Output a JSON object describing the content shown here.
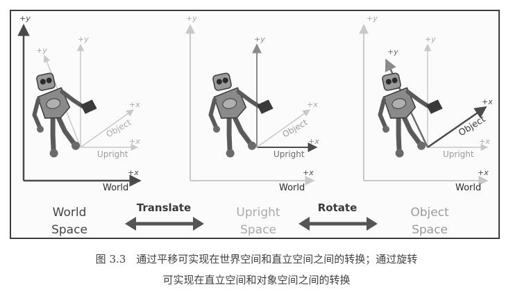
{
  "figure": {
    "panels": [
      {
        "world": {
          "x_label": "+x",
          "y_label": "+y",
          "axis_label": "World"
        },
        "upright": {
          "x_label": "+x",
          "y_label": "+y",
          "axis_label": "Upright"
        },
        "object": {
          "x_label": "+x",
          "y_label": "+y",
          "axis_label": "Object"
        }
      },
      {
        "world": {
          "x_label": "+x",
          "y_label": "+y",
          "axis_label": "World"
        },
        "upright": {
          "x_label": "+x",
          "y_label": "+y",
          "axis_label": "Upright"
        },
        "object": {
          "x_label": "+x",
          "y_label": "",
          "axis_label": "Object"
        }
      },
      {
        "world": {
          "x_label": "+x",
          "y_label": "+y",
          "axis_label": "World"
        },
        "upright": {
          "x_label": "+x",
          "y_label": "+y",
          "axis_label": "Upright"
        },
        "object": {
          "x_label": "+x",
          "y_label": "+y",
          "axis_label": "Object"
        }
      }
    ],
    "space_names": [
      {
        "line1": "World",
        "line2": "Space"
      },
      {
        "line1": "Upright",
        "line2": "Space"
      },
      {
        "line1": "Object",
        "line2": "Space"
      }
    ],
    "transitions": [
      "Translate",
      "Rotate"
    ],
    "colors": {
      "world_axis": "#4a4a4a",
      "faint_axis": "#c8c8c8",
      "object_axis": "#7a7a7a",
      "robot_fill": "#8a8a8a",
      "robot_dark": "#3a3a3a",
      "arrow": "#555555"
    }
  },
  "caption": {
    "line1": "图 3.3　通过平移可实现在世界空间和直立空间之间的转换；通过旋转",
    "line2": "可实现在直立空间和对象空间之间的转换"
  }
}
